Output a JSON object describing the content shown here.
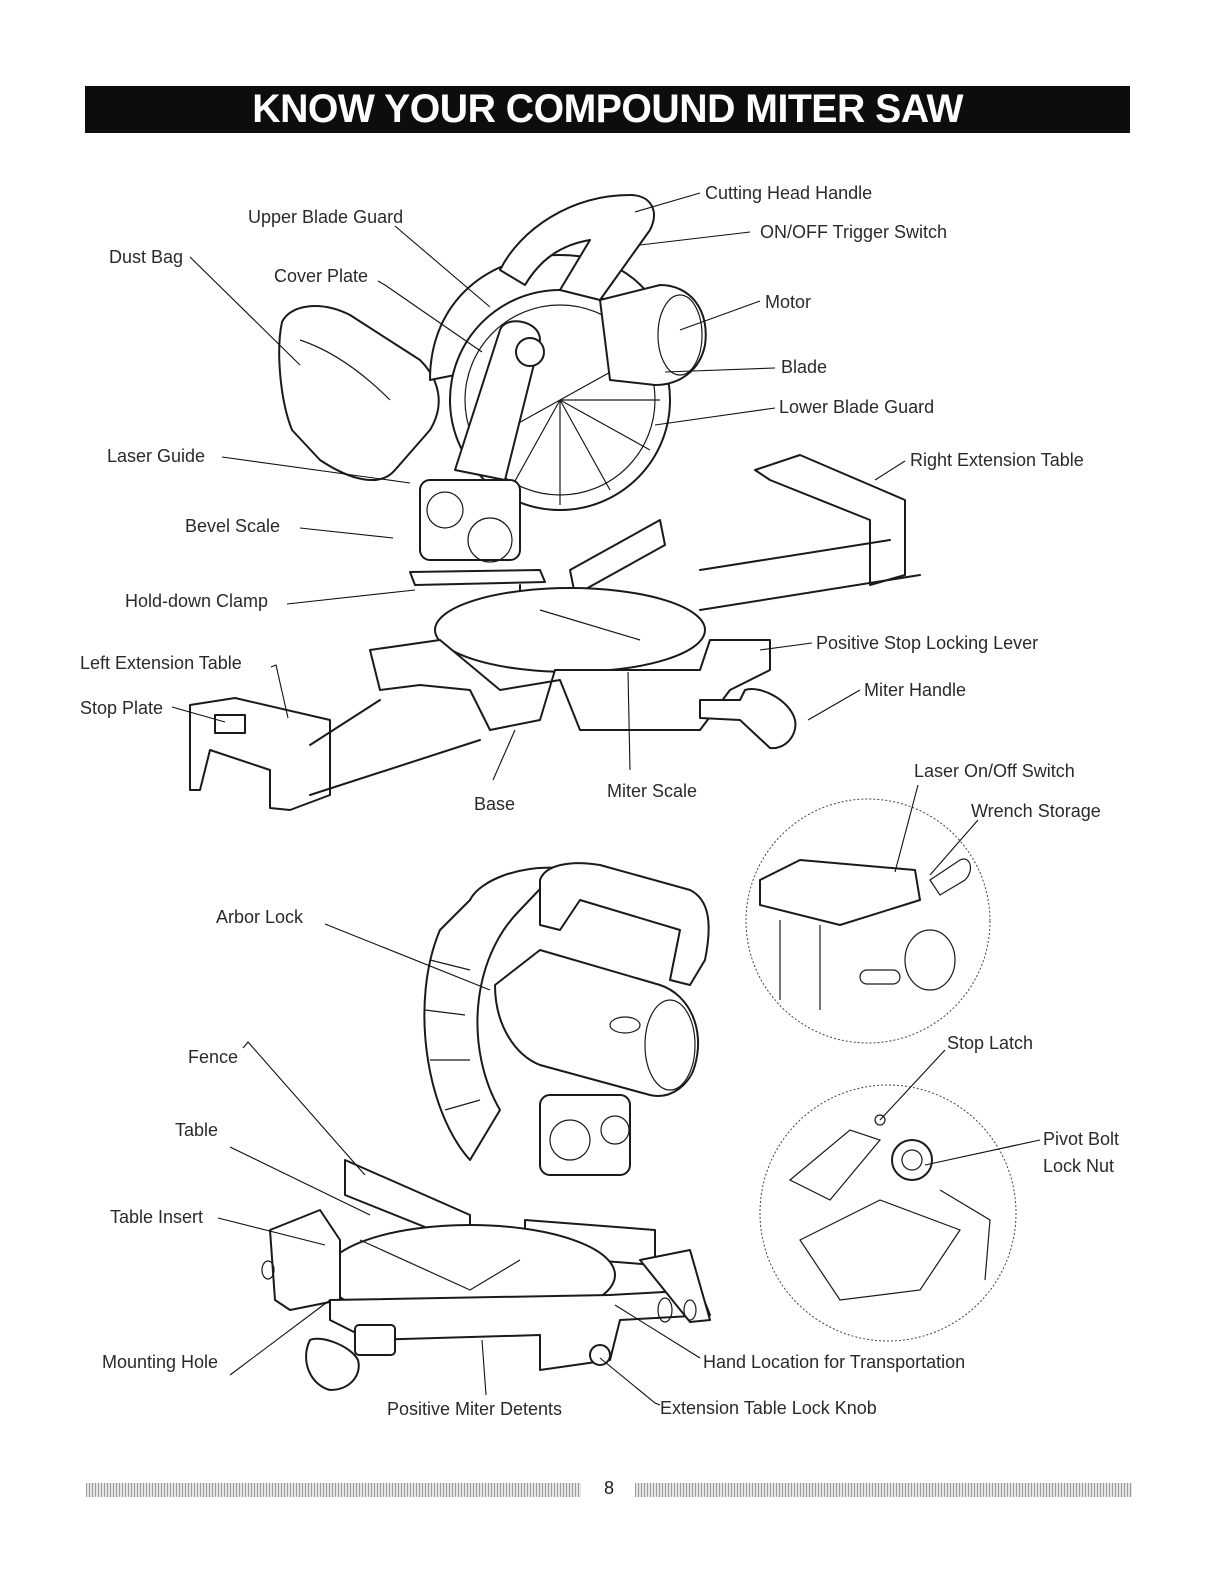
{
  "page_title": "KNOW YOUR COMPOUND MITER SAW",
  "page_number": "8",
  "labels": {
    "cutting_head_handle": "Cutting Head Handle",
    "upper_blade_guard": "Upper Blade Guard",
    "on_off_trigger_switch": "ON/OFF Trigger Switch",
    "cover_plate": "Cover Plate",
    "motor": "Motor",
    "dust_bag": "Dust Bag",
    "blade": "Blade",
    "lower_blade_guard": "Lower Blade Guard",
    "laser_guide": "Laser Guide",
    "right_extension_table": "Right Extension Table",
    "bevel_scale": "Bevel Scale",
    "hold_down_clamp": "Hold-down Clamp",
    "positive_stop_locking_lever": "Positive Stop Locking Lever",
    "left_extension_table": "Left Extension Table",
    "miter_handle": "Miter Handle",
    "stop_plate": "Stop Plate",
    "laser_on_off_switch": "Laser On/Off Switch",
    "miter_scale": "Miter Scale",
    "base": "Base",
    "wrench_storage": "Wrench Storage",
    "arbor_lock": "Arbor Lock",
    "fence": "Fence",
    "stop_latch": "Stop Latch",
    "table": "Table",
    "pivot_bolt": "Pivot Bolt",
    "lock_nut": "Lock Nut",
    "table_insert": "Table Insert",
    "mounting_hole": "Mounting Hole",
    "hand_location_for_transportation": "Hand Location for Transportation",
    "positive_miter_detents": "Positive Miter Detents",
    "extension_table_lock_knob": "Extension Table Lock Knob"
  }
}
